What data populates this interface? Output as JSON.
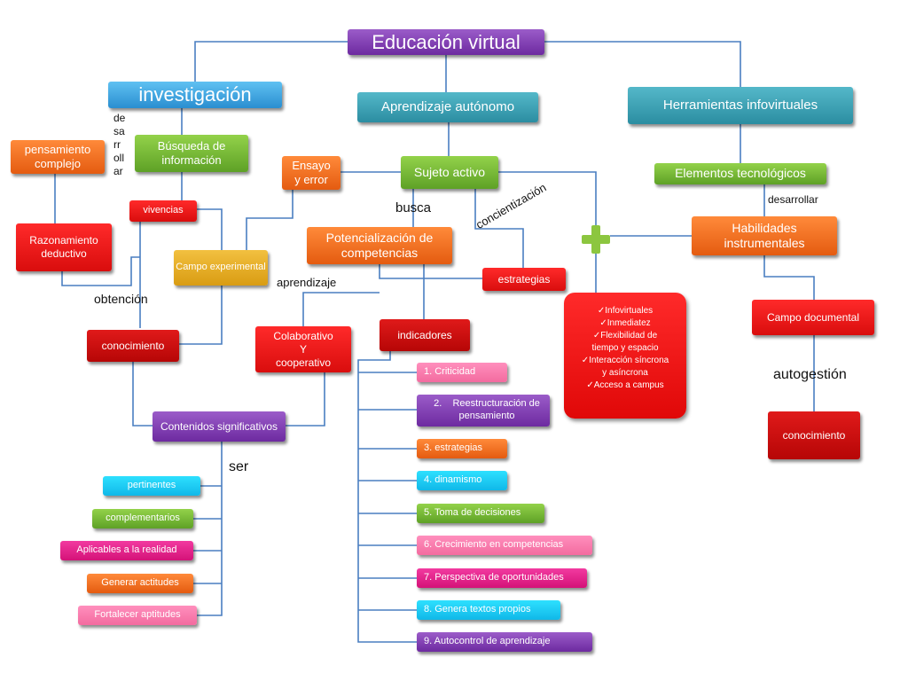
{
  "title": "Educación virtual",
  "nodes": {
    "investigacion": "investigación",
    "aprendizaje_autonomo": "Aprendizaje autónomo",
    "herramientas": "Herramientas infovirtuales",
    "pensamiento": "pensamiento complejo",
    "busqueda": "Búsqueda de información",
    "ensayo": "Ensayo\ny error",
    "sujeto": "Sujeto activo",
    "elementos": "Elementos tecnológicos",
    "vivencias": "vivencias",
    "razonamiento": "Razonamiento deductivo",
    "potencializacion": "Potencialización de competencias",
    "habilidades": "Habilidades instrumentales",
    "campo_experimental": "Campo experimental",
    "estrategias": "estrategias",
    "campo_documental": "Campo documental",
    "conocimiento_left": "conocimiento",
    "colaborativo": "Colaborativo\nY\ncooperativo",
    "indicadores": "indicadores",
    "conocimiento_right": "conocimiento",
    "contenidos": "Contenidos significativos"
  },
  "labels": {
    "desarrollar_vertical": "de\nsa\nrr\noll\nar",
    "busca": "busca",
    "concientizacion": "concientización",
    "desarrollar": "desarrollar",
    "obtencion": "obtención",
    "aprendizaje": "aprendizaje",
    "autogestion": "autogestión",
    "ser": "ser"
  },
  "checklist": [
    "Infovirtuales",
    "Inmediatez",
    "Flexibilidad de",
    "tiempo y espacio",
    "Interacción síncrona",
    "y asíncrona",
    "Acceso a campus"
  ],
  "checklist_checked": [
    true,
    true,
    true,
    false,
    true,
    false,
    true
  ],
  "indicators": [
    "1.  Criticidad",
    "2.    Reestructuración de pensamiento",
    "3.    estrategias",
    "4.    dinamismo",
    "5.    Toma de decisiones",
    "6.    Crecimiento en competencias",
    "7.    Perspectiva de oportunidades",
    "8.    Genera textos propios",
    "9.    Autocontrol de aprendizaje"
  ],
  "ser_items": [
    "pertinentes",
    "complementarios",
    "Aplicables a la realidad",
    "Generar actitudes",
    "Fortalecer aptitudes"
  ],
  "colors": {
    "line": "#4a7fc1",
    "purple": "#7b3db5",
    "blue": "#2a8ed0",
    "green": "#6fb52c",
    "orange": "#f26b1d",
    "red": "#ee1111",
    "magenta": "#e0207f",
    "plus": "#8cc63f"
  }
}
